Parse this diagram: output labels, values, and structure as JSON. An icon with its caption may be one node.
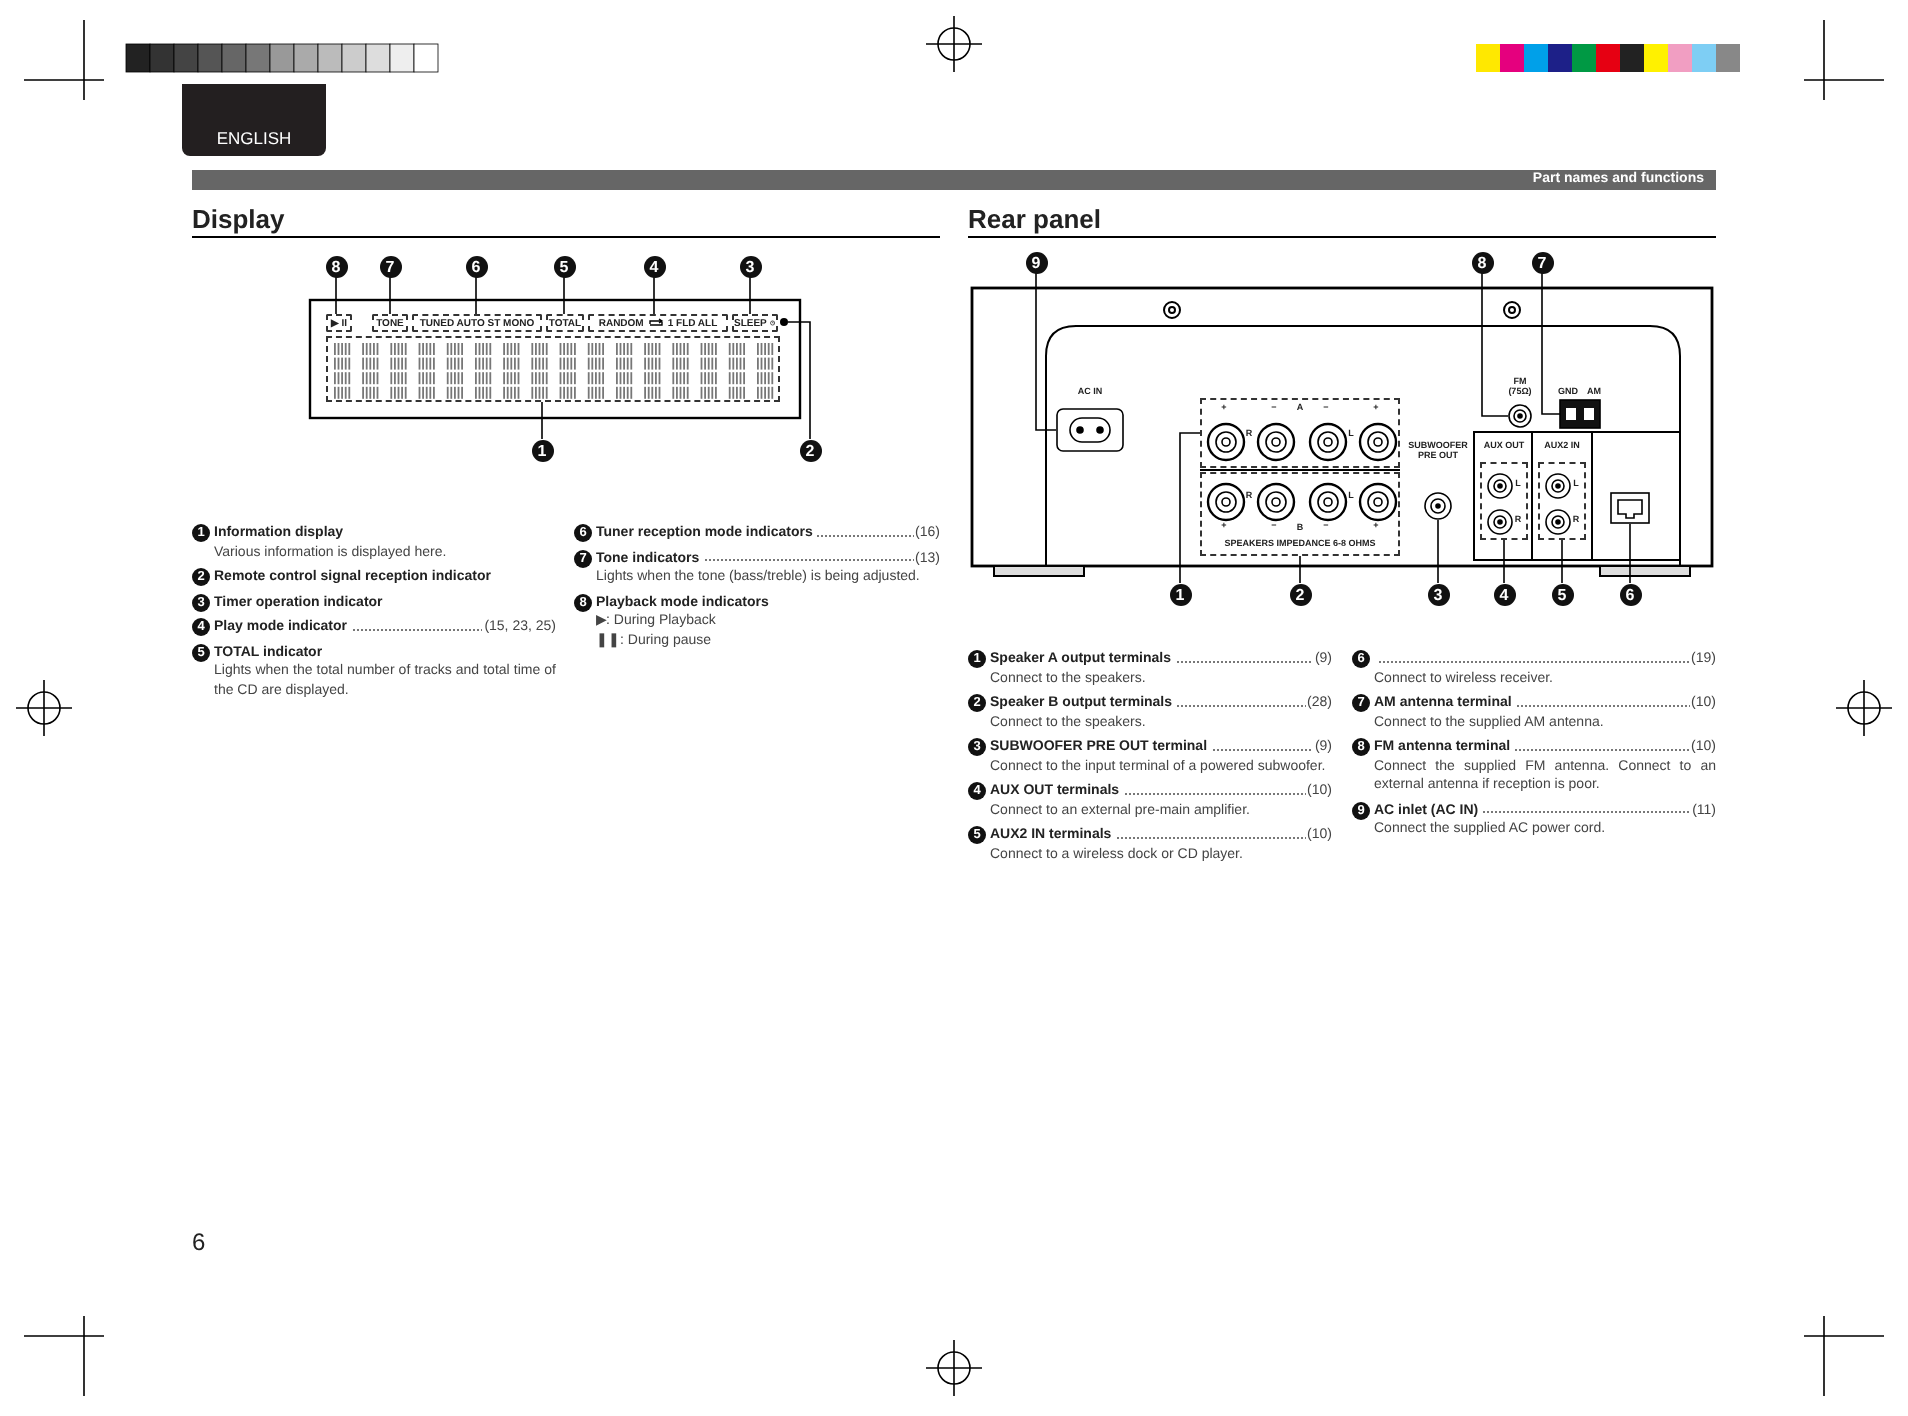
{
  "diagram": {
    "nodes": [
      {
        "text": [
          "8"
        ]
      },
      {
        "text": [
          "7"
        ]
      },
      {
        "text": [
          "6"
        ]
      },
      {
        "text": [
          "5"
        ]
      },
      {
        "text": [
          "4"
        ]
      },
      {
        "text": [
          "3"
        ]
      },
      {
        "text": [
          "▶ II"
        ]
      },
      {
        "text": [
          "TONE"
        ]
      },
      {
        "text": [
          "TUNED AUTO ST MONO"
        ]
      },
      {
        "text": [
          "TOTAL"
        ]
      },
      {
        "text": [
          "RANDOM",
          "1 FLD ALL"
        ]
      },
      {
        "text": [
          "SLEEP"
        ]
      },
      {
        "text": [],
        "shape": "circle"
      },
      {
        "text": [],
        "shape": "box"
      },
      {
        "text": [
          "1"
        ]
      },
      {
        "text": [
          "2"
        ]
      },
      {
        "text": [
          "9"
        ]
      },
      {
        "text": [
          "8"
        ]
      },
      {
        "text": [
          "7"
        ]
      },
      {
        "text": [],
        "shape": "box"
      },
      {
        "text": [],
        "shape": "circle"
      },
      {
        "text": [],
        "shape": "box"
      },
      {
        "text": [],
        "shape": "box"
      },
      {
        "text": [],
        "shape": "box"
      },
      {
        "text": [],
        "shape": "circle"
      },
      {
        "text": [],
        "shape": "box"
      },
      {
        "text": [],
        "shape": "box"
      },
      {
        "text": [],
        "shape": "box"
      },
      {
        "text": [
          "1"
        ]
      },
      {
        "text": [
          "2"
        ]
      },
      {
        "text": [
          "3"
        ]
      },
      {
        "text": [
          "4"
        ]
      },
      {
        "text": [
          "5"
        ]
      },
      {
        "text": [
          "6"
        ]
      }
    ],
    "edges": [
      {
        "from": 0,
        "to": 6,
        "arrow": "none"
      },
      {
        "from": 1,
        "to": 7,
        "arrow": "none"
      },
      {
        "from": 2,
        "to": 8,
        "arrow": "none"
      },
      {
        "from": 3,
        "to": 9,
        "arrow": "none"
      },
      {
        "from": 4,
        "to": 10,
        "arrow": "none"
      },
      {
        "from": 5,
        "to": 11,
        "arrow": "none"
      },
      {
        "from": 14,
        "to": 13,
        "arrow": "none"
      },
      {
        "from": 15,
        "to": 12,
        "arrow": "none"
      },
      {
        "from": 16,
        "to": 19,
        "arrow": "none"
      },
      {
        "from": 17,
        "to": 20,
        "arrow": "none"
      },
      {
        "from": 18,
        "to": 21,
        "arrow": "none"
      },
      {
        "from": 28,
        "to": 22,
        "arrow": "none"
      },
      {
        "from": 29,
        "to": 23,
        "arrow": "none"
      },
      {
        "from": 30,
        "to": 24,
        "arrow": "none"
      },
      {
        "from": 31,
        "to": 25,
        "arrow": "none"
      },
      {
        "from": 32,
        "to": 26,
        "arrow": "none"
      },
      {
        "from": 33,
        "to": 27,
        "arrow": "none"
      }
    ],
    "labels": [
      "ENGLISH",
      "Part names and functions",
      "Display",
      "Rear panel",
      "1",
      "Information display",
      "Various information is displayed here.",
      "2",
      "Remote control signal reception indicator",
      "3",
      "Timer operation indicator",
      "4",
      "Play mode indicator",
      "(15, 23, 25)",
      "5",
      "TOTAL indicator",
      "Lights when the total number of tracks and total time of the CD are displayed.",
      "6",
      "Tuner reception mode indicators",
      "(16)",
      "7",
      "Tone indicators",
      "(13)",
      "Lights when the tone (bass/treble) is being adjusted.",
      "8",
      "Playback mode indicators",
      "▶: During Playback",
      "❚❚: During pause",
      "1",
      "Speaker A output terminals",
      "(9)",
      "Connect to the speakers.",
      "2",
      "Speaker B output terminals",
      "(28)",
      "Connect to the speakers.",
      "3",
      "SUBWOOFER PRE OUT terminal",
      "(9)",
      "Connect to the input terminal of a powered subwoofer.",
      "4",
      "AUX OUT terminals",
      "(10)",
      "Connect to an external pre-main amplifier.",
      "5",
      "AUX2 IN terminals",
      "(10)",
      "Connect to a wireless dock or CD player.",
      "6",
      "(19)",
      "Connect to wireless receiver.",
      "7",
      "AM antenna terminal",
      "(10)",
      "Connect to the supplied AM antenna.",
      "8",
      "FM antenna terminal",
      "(10)",
      "Connect the supplied FM antenna. Connect to an external antenna if reception is poor.",
      "9",
      "AC inlet (AC IN)",
      "(11)",
      "Connect the supplied AC power cord.",
      "AC IN",
      "FM (75Ω)",
      "GND",
      "AM",
      "SUBWOOFER PRE OUT",
      "AUX OUT",
      "AUX2 IN",
      "A",
      "B",
      "SPEAKERS IMPEDANCE 6-8 OHMS",
      "L",
      "R",
      "L",
      "R",
      "R",
      "L",
      "R",
      "L",
      "+",
      "−",
      "−",
      "+",
      "+",
      "−",
      "−",
      "+",
      "6"
    ]
  }
}
